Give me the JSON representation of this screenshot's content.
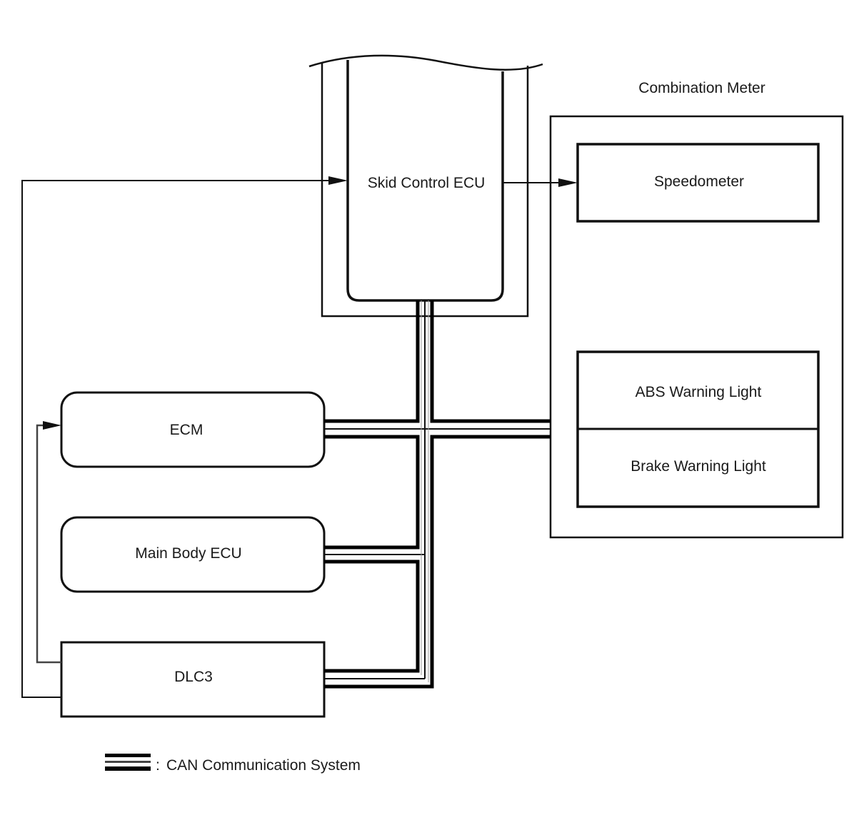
{
  "diagram": {
    "nodes": {
      "skid_control_ecu": "Skid Control ECU",
      "combination_meter": "Combination Meter",
      "speedometer": "Speedometer",
      "abs_warning_light": "ABS Warning Light",
      "brake_warning_light": "Brake Warning Light",
      "ecm": "ECM",
      "main_body_ecu": "Main Body ECU",
      "dlc3": "DLC3"
    },
    "connections": [
      {
        "from": "DLC3",
        "to": "Skid Control ECU",
        "type": "wire"
      },
      {
        "from": "DLC3",
        "to": "ECM",
        "type": "wire"
      },
      {
        "from": "Skid Control ECU",
        "to": "Speedometer",
        "type": "wire"
      },
      {
        "from": "Skid Control ECU",
        "to": "CAN bus",
        "type": "CAN"
      },
      {
        "from": "ECM",
        "to": "CAN bus",
        "type": "CAN"
      },
      {
        "from": "Main Body ECU",
        "to": "CAN bus",
        "type": "CAN"
      },
      {
        "from": "DLC3",
        "to": "CAN bus",
        "type": "CAN"
      },
      {
        "from": "Combination Meter",
        "to": "CAN bus",
        "type": "CAN"
      }
    ],
    "legend": {
      "separator": ":",
      "label": "CAN Communication System"
    }
  }
}
